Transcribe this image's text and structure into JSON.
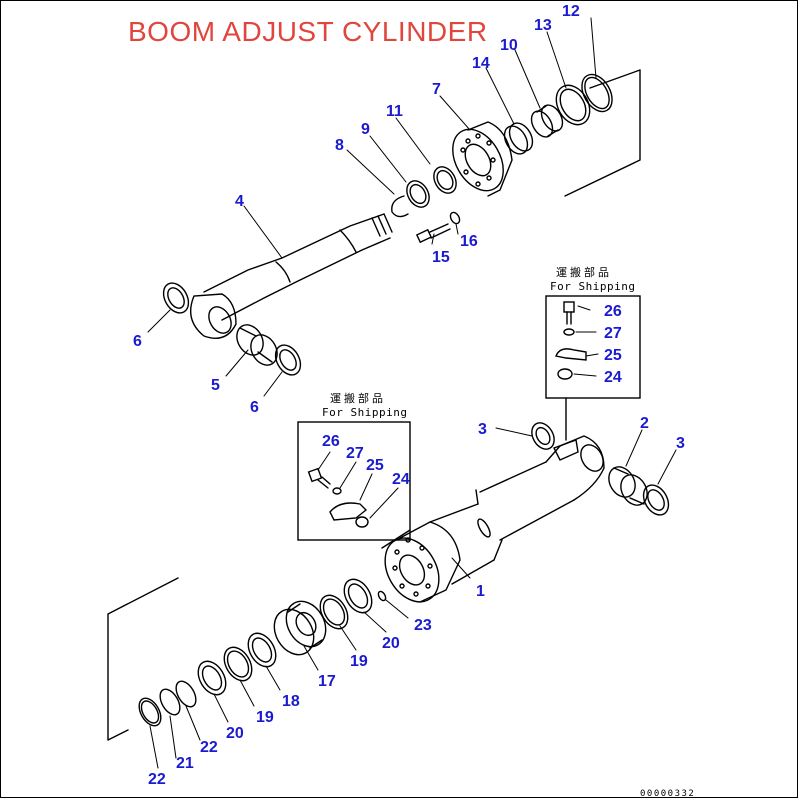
{
  "title": "BOOM ADJUST CYLINDER",
  "colors": {
    "title": "#e0463e",
    "callout": "#1a1ad0",
    "line": "#000000"
  },
  "shipping_box_jp": "運搬部品",
  "shipping_box_en": "For Shipping",
  "drawing_number": "00000332",
  "callouts": {
    "c1": "1",
    "c2": "2",
    "c3a": "3",
    "c3b": "3",
    "c4": "4",
    "c5": "5",
    "c6a": "6",
    "c6b": "6",
    "c7": "7",
    "c8": "8",
    "c9": "9",
    "c10": "10",
    "c11": "11",
    "c12": "12",
    "c13": "13",
    "c14": "14",
    "c15": "15",
    "c16": "16",
    "c17": "17",
    "c18": "18",
    "c19a": "19",
    "c19b": "19",
    "c20a": "20",
    "c20b": "20",
    "c21": "21",
    "c22a": "22",
    "c22b": "22",
    "c23": "23",
    "c24a": "24",
    "c24b": "24",
    "c25a": "25",
    "c25b": "25",
    "c26a": "26",
    "c26b": "26",
    "c27a": "27",
    "c27b": "27"
  }
}
